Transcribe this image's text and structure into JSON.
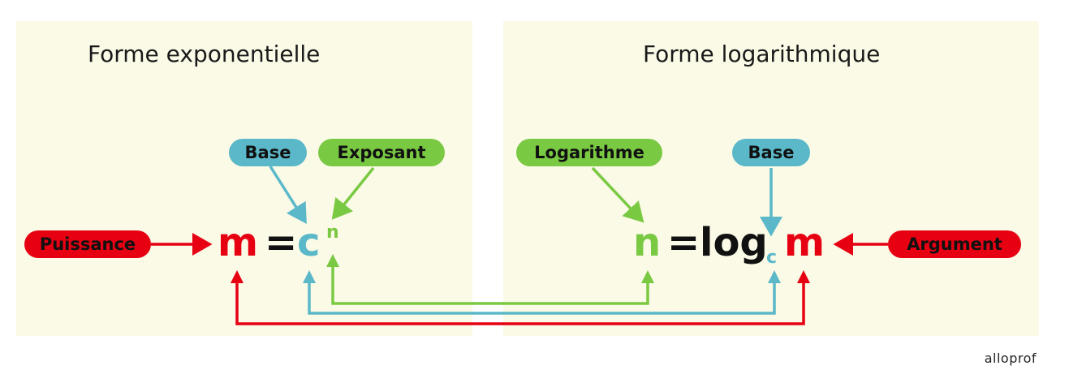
{
  "left": {
    "title": "Forme exponentielle",
    "labels": {
      "base": "Base",
      "exponent": "Exposant",
      "power": "Puissance"
    },
    "formula": {
      "m": "m",
      "eq": "=",
      "c": "c",
      "n": "n"
    }
  },
  "right": {
    "title": "Forme logarithmique",
    "labels": {
      "logarithm": "Logarithme",
      "base": "Base",
      "argument": "Argument"
    },
    "formula": {
      "n": "n",
      "eq": "=",
      "log": "log",
      "c": "c",
      "m": "m"
    }
  },
  "logo": "alloprof",
  "colors": {
    "red": "#e60012",
    "blue": "#5bb8c9",
    "green": "#7ac943",
    "panel": "#fafae6"
  }
}
